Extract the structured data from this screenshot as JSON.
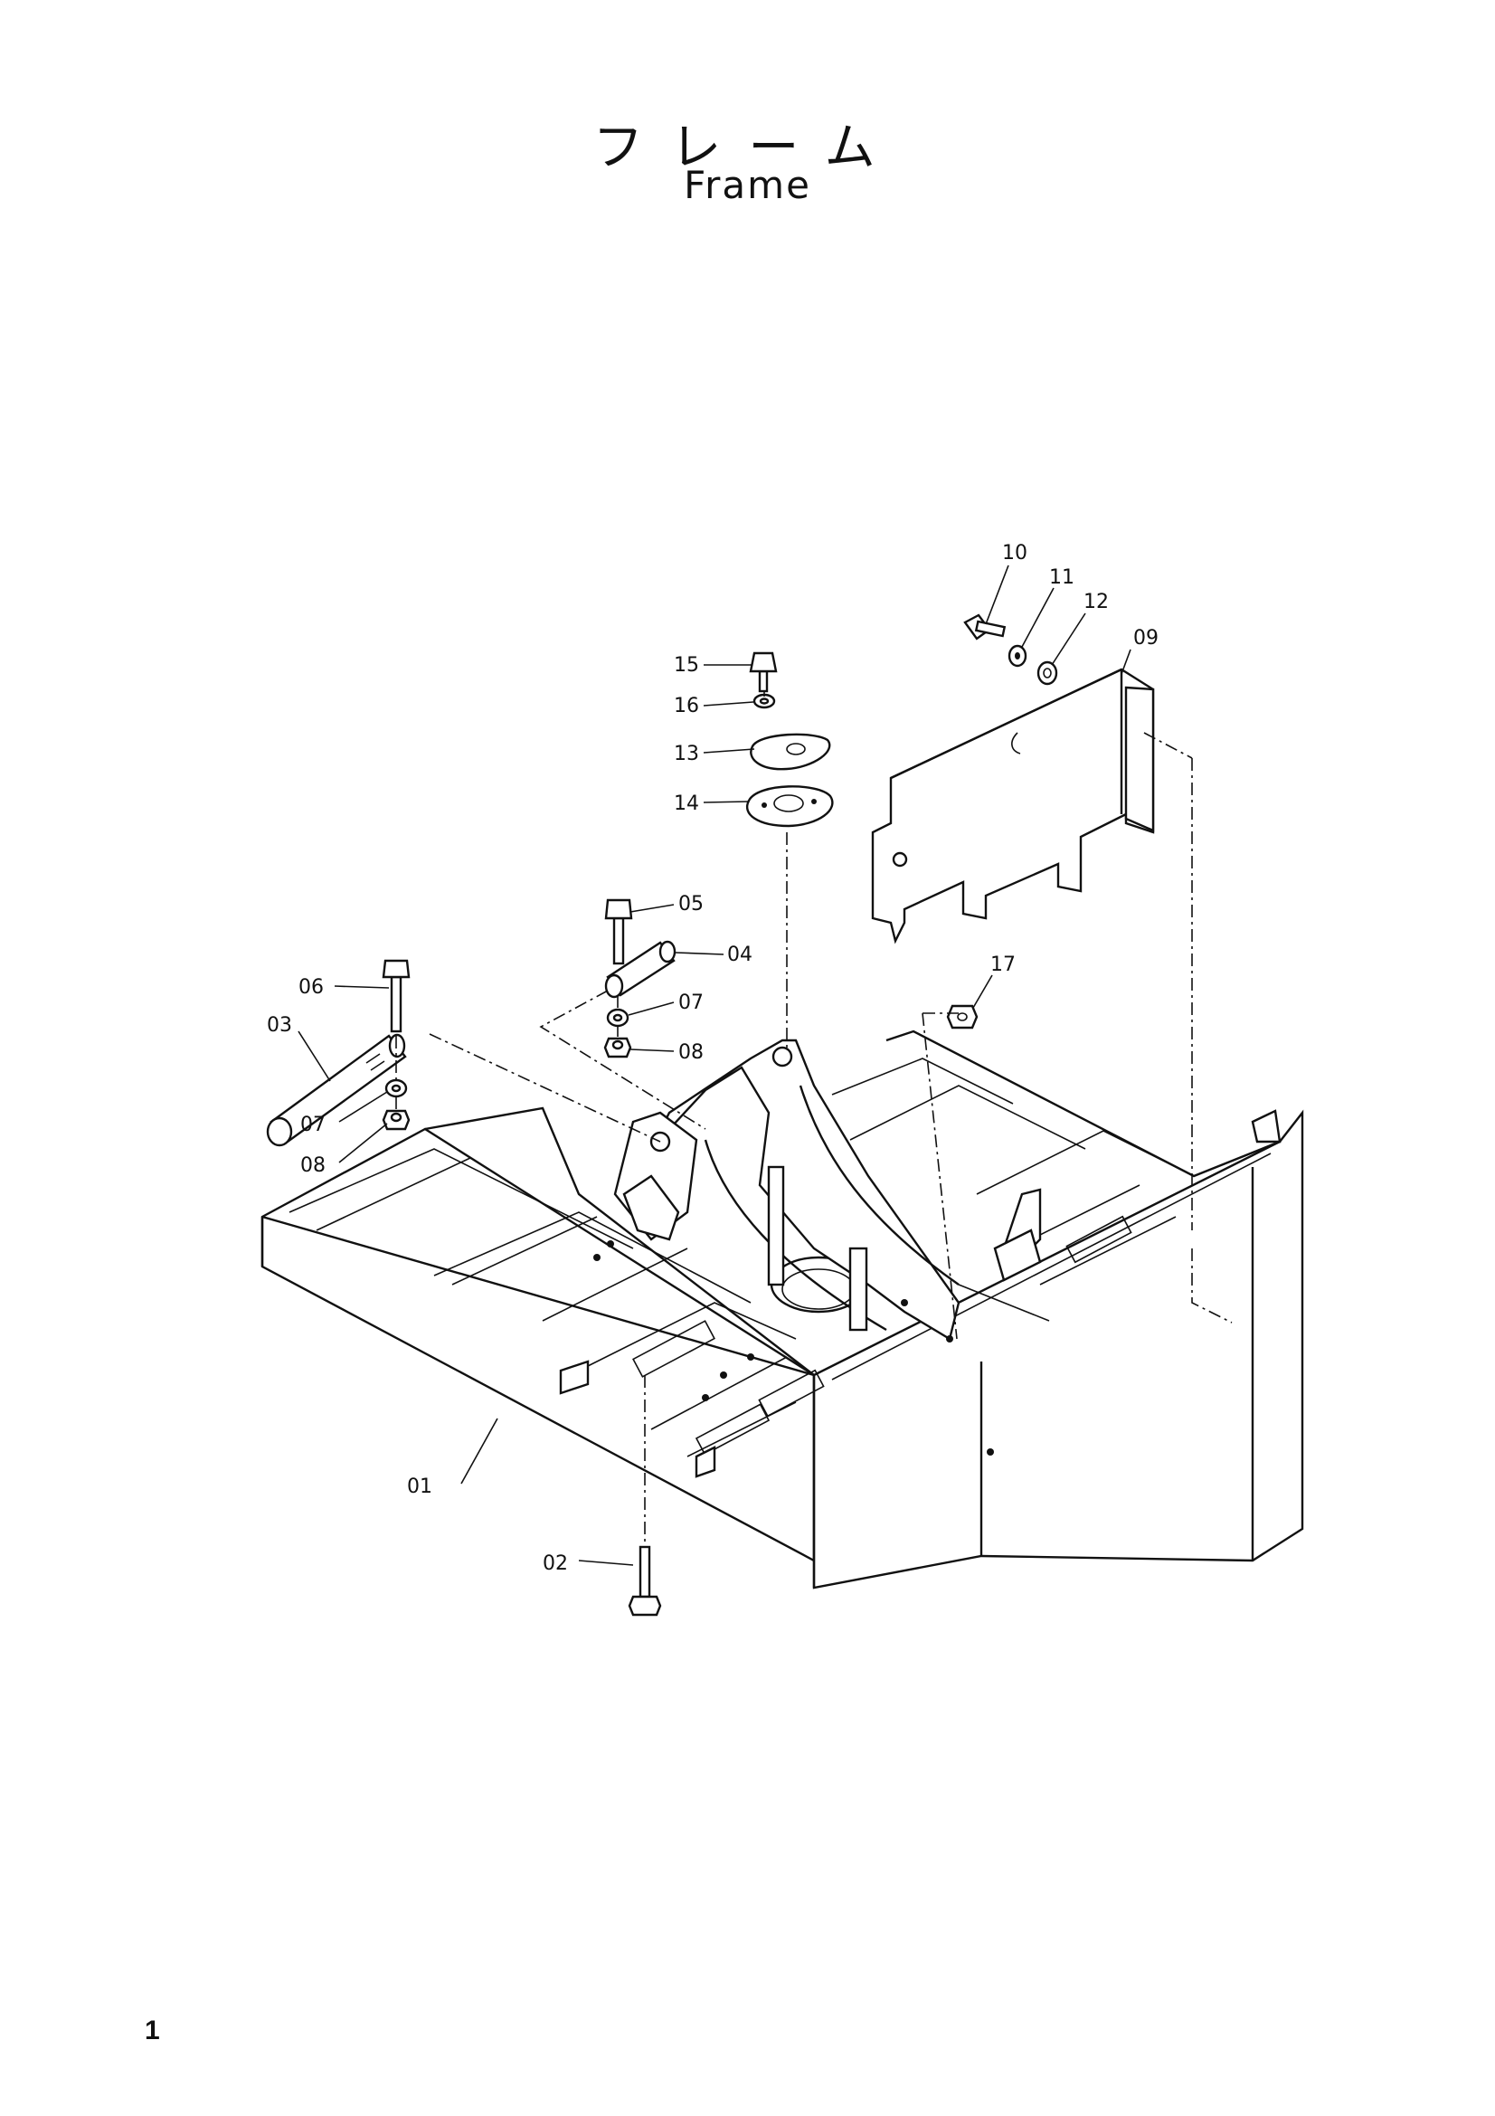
{
  "title": {
    "japanese": "フレーム",
    "english": "Frame"
  },
  "page_number": "1",
  "callouts": {
    "p01": "01",
    "p02": "02",
    "p03": "03",
    "p04": "04",
    "p05": "05",
    "p06": "06",
    "p07a": "07",
    "p07b": "07",
    "p08a": "08",
    "p08b": "08",
    "p09": "09",
    "p10": "10",
    "p11": "11",
    "p12": "12",
    "p13": "13",
    "p14": "14",
    "p15": "15",
    "p16": "16",
    "p17": "17"
  }
}
